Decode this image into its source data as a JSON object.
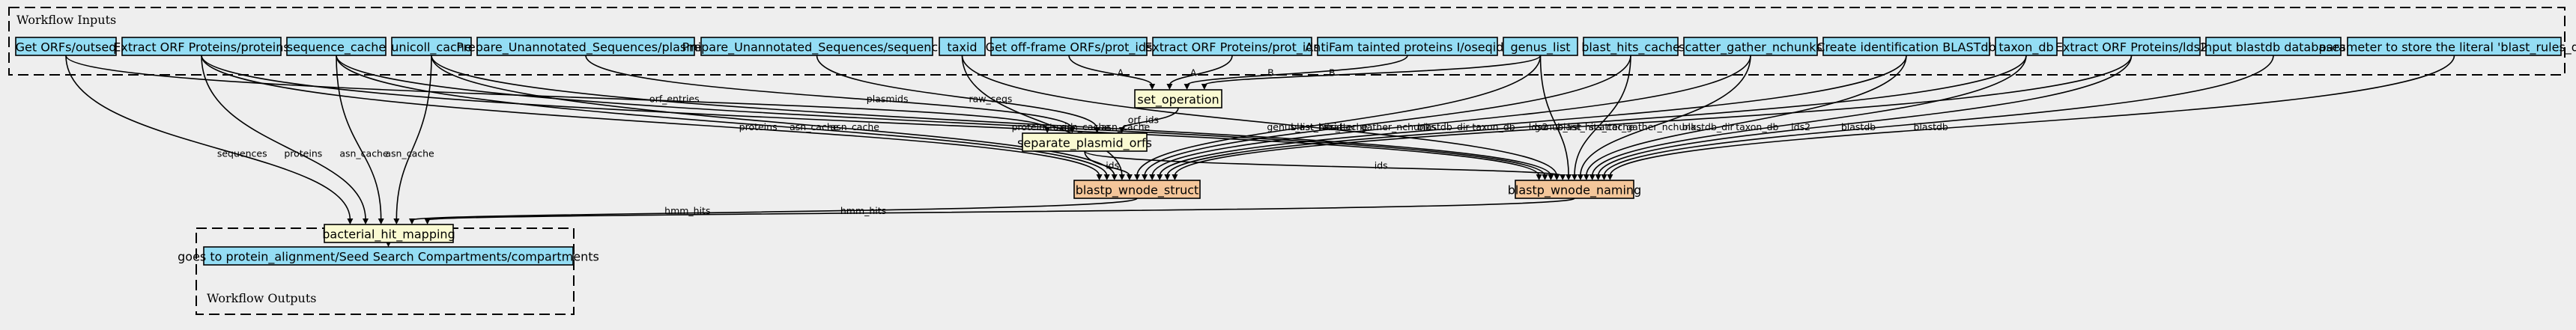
{
  "inputs_cluster": {
    "label": "Workflow Inputs"
  },
  "outputs_cluster": {
    "label": "Workflow Outputs"
  },
  "input_nodes": [
    {
      "id": "get_orfs",
      "label": "Get ORFs/outseq"
    },
    {
      "id": "extract_orf_proteins",
      "label": "Extract ORF Proteins/proteins"
    },
    {
      "id": "sequence_cache",
      "label": "sequence_cache"
    },
    {
      "id": "unicoll_cache",
      "label": "unicoll_cache"
    },
    {
      "id": "prep_plasmids",
      "label": "Prepare_Unannotated_Sequences/plasmids"
    },
    {
      "id": "prep_sequences",
      "label": "Prepare_Unannotated_Sequences/sequences"
    },
    {
      "id": "taxid",
      "label": "taxid"
    },
    {
      "id": "get_offframe",
      "label": "Get off-frame ORFs/prot_ids"
    },
    {
      "id": "extract_prot_ids",
      "label": "Extract ORF Proteins/prot_ids"
    },
    {
      "id": "antifam",
      "label": "AntiFam tainted proteins I/oseqids"
    },
    {
      "id": "genus_list",
      "label": "genus_list"
    },
    {
      "id": "blast_hits_cache",
      "label": "blast_hits_cache"
    },
    {
      "id": "scatter_gather",
      "label": "scatter_gather_nchunks"
    },
    {
      "id": "create_blastdb",
      "label": "Create identification BLASTdb"
    },
    {
      "id": "taxon_db",
      "label": "taxon_db"
    },
    {
      "id": "extract_lds2",
      "label": "Extract ORF Proteins/lds2"
    },
    {
      "id": "input_blastdb",
      "label": "Input blastdb databases"
    },
    {
      "id": "blast_rules_param",
      "label": "parameter to store the literal 'blast_rules_db'"
    }
  ],
  "step_nodes": [
    {
      "id": "set_operation",
      "label": "set_operation",
      "kind": "step"
    },
    {
      "id": "separate_plasmid_orfs",
      "label": "separate_plasmid_orfs",
      "kind": "step"
    },
    {
      "id": "blastp_struct",
      "label": "blastp_wnode_struct",
      "kind": "subworkflow"
    },
    {
      "id": "blastp_naming",
      "label": "blastp_wnode_naming",
      "kind": "subworkflow"
    },
    {
      "id": "bacterial_hit_mapping",
      "label": "bacterial_hit_mapping",
      "kind": "step"
    }
  ],
  "output_nodes": [
    {
      "id": "out_compartments",
      "label": "goes to protein_alignment/Seed Search Compartments/compartments"
    }
  ],
  "edges": [
    {
      "from": "get_orfs",
      "to": "bacterial_hit_mapping",
      "label": "sequences"
    },
    {
      "from": "get_orfs",
      "to": "separate_plasmid_orfs",
      "label": "orf_entries"
    },
    {
      "from": "extract_orf_proteins",
      "to": "bacterial_hit_mapping",
      "label": "proteins"
    },
    {
      "from": "extract_orf_proteins",
      "to": "blastp_struct",
      "label": "proteins"
    },
    {
      "from": "extract_orf_proteins",
      "to": "blastp_naming",
      "label": "proteins"
    },
    {
      "from": "sequence_cache",
      "to": "bacterial_hit_mapping",
      "label": "asn_cache"
    },
    {
      "from": "sequence_cache",
      "to": "blastp_struct",
      "label": "asn_cache"
    },
    {
      "from": "sequence_cache",
      "to": "blastp_naming",
      "label": "asn_cache"
    },
    {
      "from": "unicoll_cache",
      "to": "bacterial_hit_mapping",
      "label": "asn_cache"
    },
    {
      "from": "unicoll_cache",
      "to": "blastp_struct",
      "label": "asn_cache"
    },
    {
      "from": "unicoll_cache",
      "to": "blastp_naming",
      "label": "asn_cache"
    },
    {
      "from": "prep_plasmids",
      "to": "separate_plasmid_orfs",
      "label": "plasmids"
    },
    {
      "from": "prep_sequences",
      "to": "separate_plasmid_orfs",
      "label": "raw_seqs"
    },
    {
      "from": "taxid",
      "to": "blastp_struct",
      "label": "taxid"
    },
    {
      "from": "taxid",
      "to": "blastp_naming",
      "label": "taxid"
    },
    {
      "from": "get_offframe",
      "to": "set_operation",
      "label": "A"
    },
    {
      "from": "extract_prot_ids",
      "to": "set_operation",
      "label": "A"
    },
    {
      "from": "antifam",
      "to": "set_operation",
      "label": "B"
    },
    {
      "from": "genus_list",
      "to": "set_operation",
      "label": "B"
    },
    {
      "from": "genus_list",
      "to": "blastp_struct",
      "label": "genus_list"
    },
    {
      "from": "genus_list",
      "to": "blastp_naming",
      "label": "genus_list"
    },
    {
      "from": "blast_hits_cache",
      "to": "blastp_struct",
      "label": "blast_hits_cache"
    },
    {
      "from": "blast_hits_cache",
      "to": "blastp_naming",
      "label": "blast_hits_cache"
    },
    {
      "from": "scatter_gather",
      "to": "blastp_struct",
      "label": "scatter_gather_nchunks"
    },
    {
      "from": "scatter_gather",
      "to": "blastp_naming",
      "label": "scatter_gather_nchunks"
    },
    {
      "from": "create_blastdb",
      "to": "blastp_struct",
      "label": "blastdb_dir"
    },
    {
      "from": "create_blastdb",
      "to": "blastp_naming",
      "label": "blastdb_dir"
    },
    {
      "from": "taxon_db",
      "to": "blastp_struct",
      "label": "taxon_db"
    },
    {
      "from": "taxon_db",
      "to": "blastp_naming",
      "label": "taxon_db"
    },
    {
      "from": "extract_lds2",
      "to": "blastp_struct",
      "label": "lds2"
    },
    {
      "from": "extract_lds2",
      "to": "blastp_naming",
      "label": "lds2"
    },
    {
      "from": "input_blastdb",
      "to": "blastp_naming",
      "label": "blastdb"
    },
    {
      "from": "blast_rules_param",
      "to": "blastp_naming",
      "label": "blastdb"
    },
    {
      "from": "set_operation",
      "to": "separate_plasmid_orfs",
      "label": "orf_ids"
    },
    {
      "from": "separate_plasmid_orfs",
      "to": "blastp_struct",
      "label": "ids"
    },
    {
      "from": "separate_plasmid_orfs",
      "to": "blastp_naming",
      "label": "ids"
    },
    {
      "from": "blastp_struct",
      "to": "bacterial_hit_mapping",
      "label": "hmm_hits"
    },
    {
      "from": "blastp_naming",
      "to": "bacterial_hit_mapping",
      "label": "hmm_hits"
    },
    {
      "from": "bacterial_hit_mapping",
      "to": "out_compartments",
      "label": ""
    }
  ]
}
